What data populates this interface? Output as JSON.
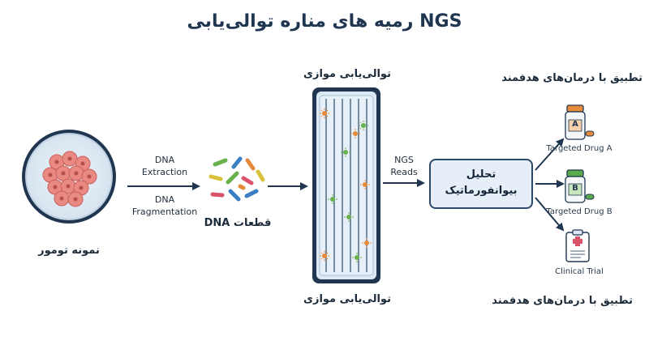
{
  "title": "رمیه های مناره توالی‌یابی NGS",
  "tumor": {
    "label": "نمونه تومور"
  },
  "extraction": {
    "line1": "DNA",
    "line2": "Extraction",
    "line3": "DNA",
    "line4": "Fragmentation"
  },
  "fragments": {
    "label": "قطعات DNA"
  },
  "sequencing": {
    "top_label": "توالی‌یابی موازی",
    "bottom_label": "توالی‌یابی موازی"
  },
  "reads": {
    "line1": "NGS",
    "line2": "Reads"
  },
  "bioinformatics": {
    "line1": "تحلیل",
    "line2": "بیوانفورماتیک"
  },
  "therapy": {
    "top_label": "تطبیق با درمان‌های هدفمند",
    "bottom_label": "تطبیق با درمان‌های هدفمند"
  },
  "outcomes": {
    "drug_a": {
      "label": "Targeted Drug A",
      "letter": "A"
    },
    "drug_b": {
      "label": "Targeted Drug B",
      "letter": "B"
    },
    "trial": {
      "label": "Clinical Trial"
    }
  },
  "colors": {
    "navy": "#1f3550",
    "cell": "#e98a82",
    "cell_dark": "#c9605c",
    "drug_a_cap": "#e88c3c",
    "drug_b_cap": "#5aaa4a",
    "flowcell_fill": "#dce9f5",
    "frag_green": "#6ab04c",
    "frag_blue": "#3a7fc1",
    "frag_orange": "#e58a3a",
    "frag_yellow": "#d9c23a",
    "frag_pink": "#d9546a"
  }
}
